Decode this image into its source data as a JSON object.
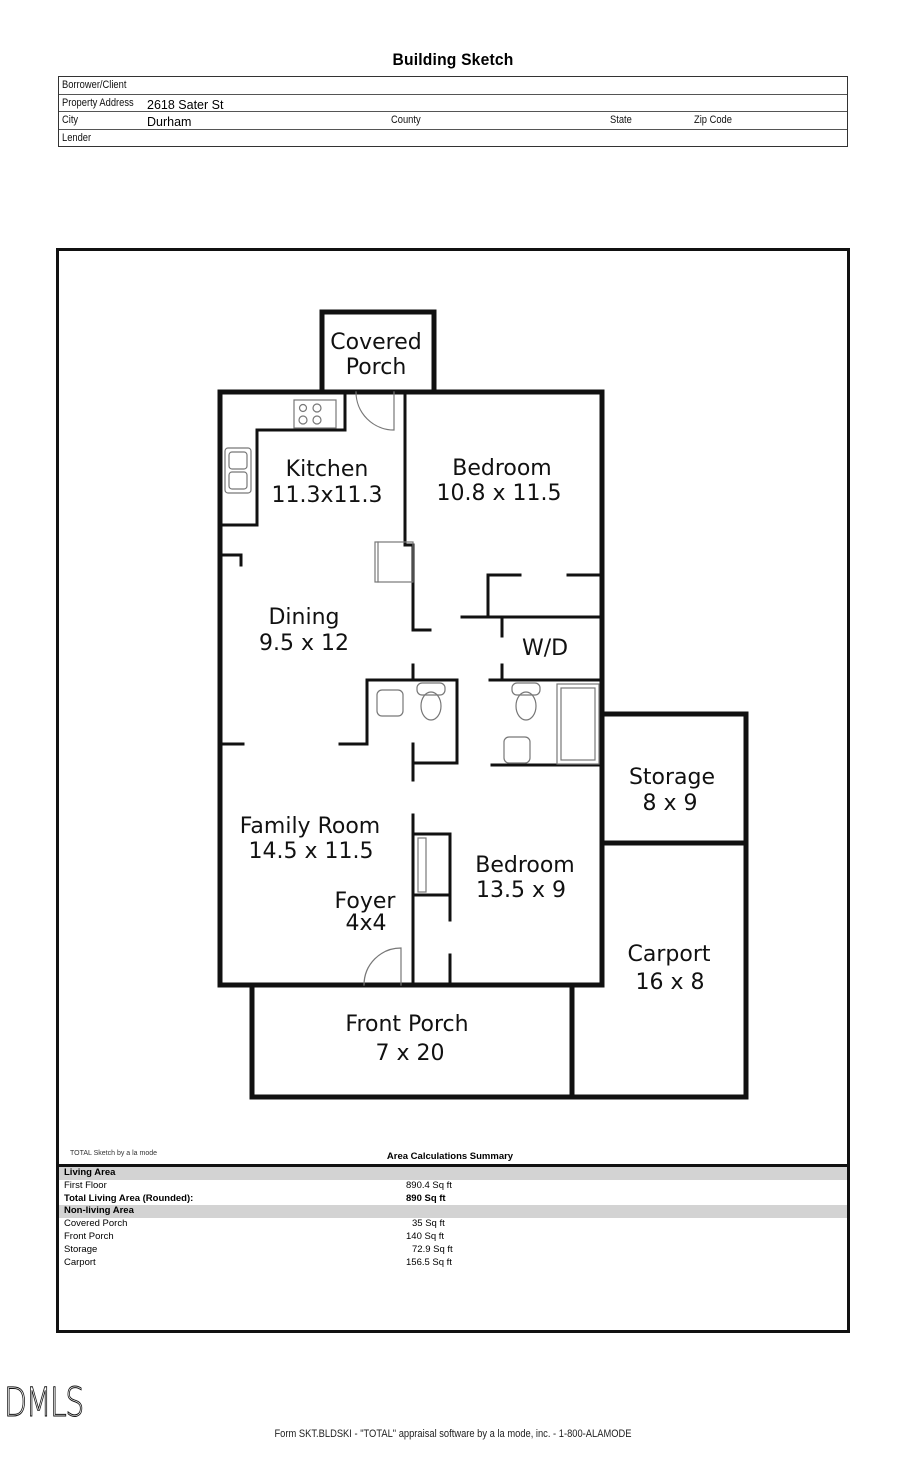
{
  "document": {
    "title": "Building Sketch",
    "header_fields": {
      "borrower_label": "Borrower/Client",
      "borrower_value": "",
      "address_label": "Property Address",
      "address_value": "2618 Sater St",
      "city_label": "City",
      "city_value": "Durham",
      "county_label": "County",
      "state_label": "State",
      "zip_label": "Zip Code",
      "lender_label": "Lender"
    }
  },
  "floor_plan": {
    "rooms": [
      {
        "name": "Covered Porch",
        "line1": "Covered",
        "line2": "Porch"
      },
      {
        "name": "Kitchen",
        "line1": "Kitchen",
        "line2": "11.3x11.3"
      },
      {
        "name": "Bedroom",
        "line1": "Bedroom",
        "line2": "10.8 x 11.5"
      },
      {
        "name": "Dining",
        "line1": "Dining",
        "line2": "9.5 x 12"
      },
      {
        "name": "W/D",
        "line1": "W/D"
      },
      {
        "name": "Storage",
        "line1": "Storage",
        "line2": "8 x 9"
      },
      {
        "name": "Family Room",
        "line1": "Family Room",
        "line2": "14.5 x 11.5"
      },
      {
        "name": "Bedroom",
        "line1": "Bedroom",
        "line2": "13.5 x 9"
      },
      {
        "name": "Foyer",
        "line1": "Foyer",
        "line2": "4x4"
      },
      {
        "name": "Carport",
        "line1": "Carport",
        "line2": "16 x 8"
      },
      {
        "name": "Front Porch",
        "line1": "Front Porch",
        "line2": "7 x 20"
      }
    ]
  },
  "summary": {
    "credit": "TOTAL Sketch by a la mode",
    "title": "Area Calculations Summary",
    "living_area_header": "Living Area",
    "first_floor_label": "First Floor",
    "first_floor_value": "890.4 Sq ft",
    "total_label": "Total Living Area (Rounded):",
    "total_value": "890 Sq ft",
    "non_living_header": "Non-living Area",
    "non_living": [
      {
        "label": "Covered Porch",
        "value": "35 Sq ft"
      },
      {
        "label": "Front Porch",
        "value": "140 Sq ft"
      },
      {
        "label": "Storage",
        "value": "72.9 Sq ft"
      },
      {
        "label": "Carport",
        "value": "156.5 Sq ft"
      }
    ]
  },
  "watermark": "DMLS",
  "footer": "Form SKT.BLDSKI - \"TOTAL\" appraisal software by a la mode, inc. - 1-800-ALAMODE"
}
